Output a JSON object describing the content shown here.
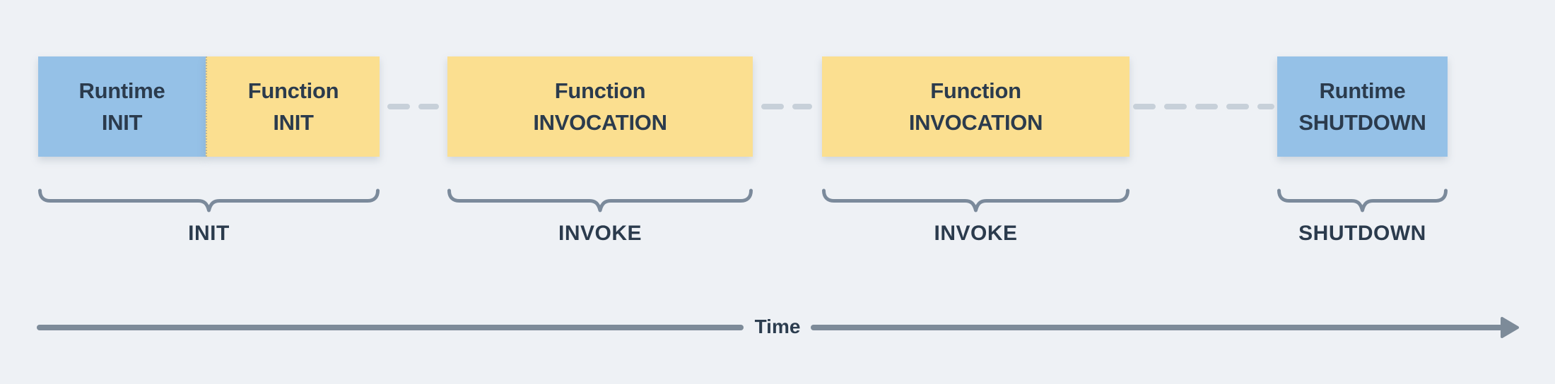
{
  "colors": {
    "background": "#eef1f5",
    "box_blue": "#95c1e7",
    "box_yellow": "#fbdf90",
    "box_text": "#2b3b4d",
    "brace": "#7b8a9b",
    "dash": "#c7d0d9",
    "timeline": "#7d8b99",
    "timeline_text": "#2c3d4f"
  },
  "phases": [
    {
      "label": "INIT",
      "segments": [
        {
          "line1": "Runtime",
          "line2": "INIT",
          "fill": "blue"
        },
        {
          "line1": "Function",
          "line2": "INIT",
          "fill": "yellow"
        }
      ]
    },
    {
      "label": "INVOKE",
      "segments": [
        {
          "line1": "Function",
          "line2": "INVOCATION",
          "fill": "yellow"
        }
      ]
    },
    {
      "label": "INVOKE",
      "segments": [
        {
          "line1": "Function",
          "line2": "INVOCATION",
          "fill": "yellow"
        }
      ]
    },
    {
      "label": "SHUTDOWN",
      "segments": [
        {
          "line1": "Runtime",
          "line2": "SHUTDOWN",
          "fill": "blue"
        }
      ]
    }
  ],
  "timeline": {
    "label": "Time"
  }
}
